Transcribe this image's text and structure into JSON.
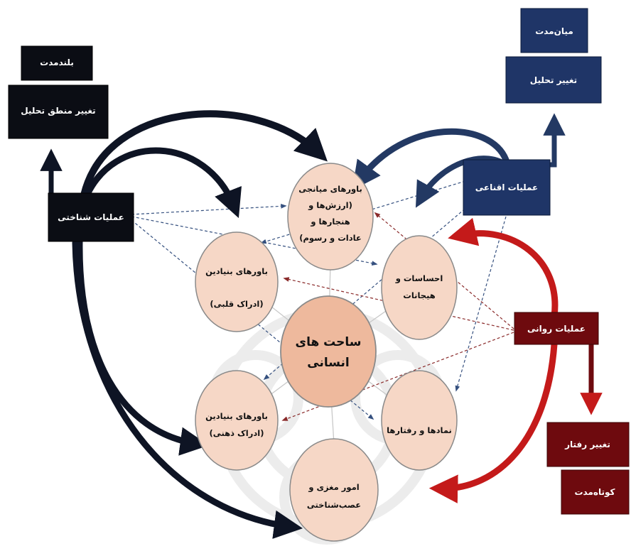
{
  "boxes": {
    "long_term": "بلندمدت",
    "change_analysis_logic": "تغییر منطق تحلیل",
    "cognitive_ops": "عملیات شناختی",
    "mid_term": "میان‌مدت",
    "change_analysis": "تغییر تحلیل",
    "persuasive_ops": "عملیات اقناعی",
    "psychological_ops": "عملیات روانی",
    "change_behavior": "تغییر رفتار",
    "short_term": "کوتاه‌مدت"
  },
  "circles": {
    "center": [
      "ساحت های",
      "انسانی"
    ],
    "mediator_beliefs": [
      "باورهای میانجی",
      "(ارزش‌ها و",
      "هنجارها و",
      "عادات و رسوم)"
    ],
    "feelings": [
      "احساسات و",
      "هیجانات"
    ],
    "fundamental_beliefs_heart": [
      "باورهای بنیادین",
      "(ادراک قلبی)"
    ],
    "fundamental_beliefs_mind": [
      "باورهای بنیادین",
      "(ادراک ذهنی)"
    ],
    "symbols_behaviors": [
      "نمادها و رفتارها"
    ],
    "brain_affairs": [
      "امور مغزی و",
      "عصب‌شناختی"
    ]
  },
  "colors": {
    "dark_box": "#0b0d14",
    "navy_box": "#1f3567",
    "red_box": "#6e0a0e",
    "circle_fill": "#f6d7c6",
    "circle_stroke": "#8a8a8a",
    "center_fill": "#eeb99d",
    "black_arrow": "#0e1424",
    "navy_arrow": "#233963",
    "red_arrow": "#c41a1a"
  }
}
